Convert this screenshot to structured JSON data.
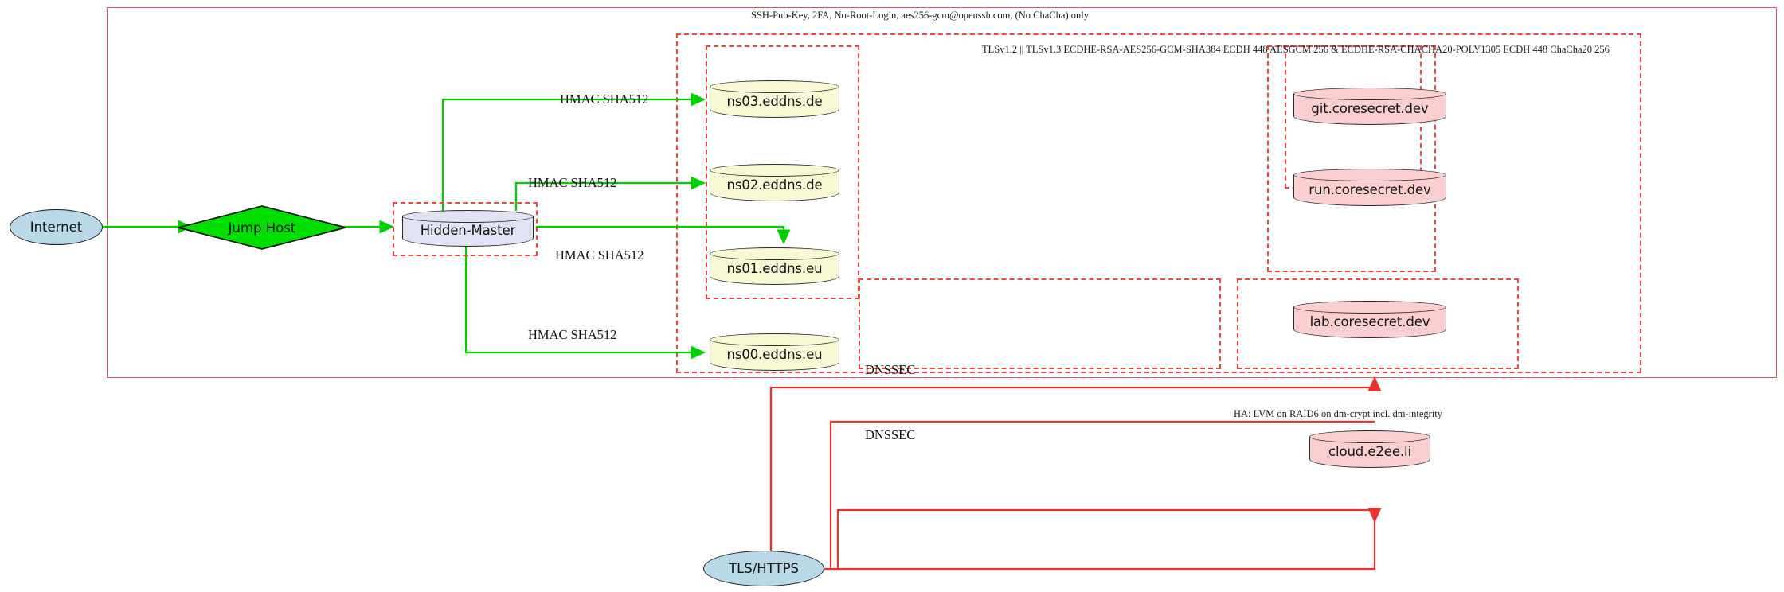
{
  "diagram": {
    "title_note": "SSH-Pub-Key, 2FA, No-Root-Login, aes256-gcm@openssh.com, (No ChaCha) only",
    "tls_note": "TLSv1.2 || TLSv1.3 ECDHE-RSA-AES256-GCM-SHA384 ECDH 448 AESGCM 256 & ECDHE-RSA-CHACHA20-POLY1305 ECDH 448 ChaCha20 256",
    "ha_note": "HA: LVM on RAID6 on dm-crypt incl. dm-integrity"
  },
  "colors": {
    "boundary_red": "#e8505b",
    "dashed_red": "#f4453f",
    "edge_green": "#00d000",
    "edge_red": "#f0302a",
    "node_yellow": "#f8f8d4",
    "node_pink": "#fbcfcf",
    "node_lavender": "#e2e2f5",
    "node_blue": "#b9d8e8",
    "node_green": "#00e000"
  },
  "nodes": {
    "internet": {
      "label": "Internet",
      "shape": "ellipse"
    },
    "jump_host": {
      "label": "Jump Host",
      "shape": "diamond"
    },
    "hidden_master": {
      "label": "Hidden-Master",
      "shape": "cylinder"
    },
    "tls_https": {
      "label": "TLS/HTTPS",
      "shape": "ellipse"
    },
    "nameservers": [
      {
        "label": "ns03.eddns.de",
        "shape": "cylinder"
      },
      {
        "label": "ns02.eddns.de",
        "shape": "cylinder"
      },
      {
        "label": "ns01.eddns.eu",
        "shape": "cylinder"
      },
      {
        "label": "ns00.eddns.eu",
        "shape": "cylinder"
      }
    ],
    "services": [
      {
        "label": "git.coresecret.dev",
        "shape": "cylinder"
      },
      {
        "label": "run.coresecret.dev",
        "shape": "cylinder"
      },
      {
        "label": "lab.coresecret.dev",
        "shape": "cylinder"
      }
    ],
    "cloud": {
      "label": "cloud.e2ee.li",
      "shape": "cylinder"
    }
  },
  "edge_labels": {
    "hmac": [
      "HMAC SHA512",
      "HMAC SHA512",
      "HMAC SHA512",
      "HMAC SHA512"
    ],
    "dnssec": [
      "DNSSEC",
      "DNSSEC"
    ]
  }
}
